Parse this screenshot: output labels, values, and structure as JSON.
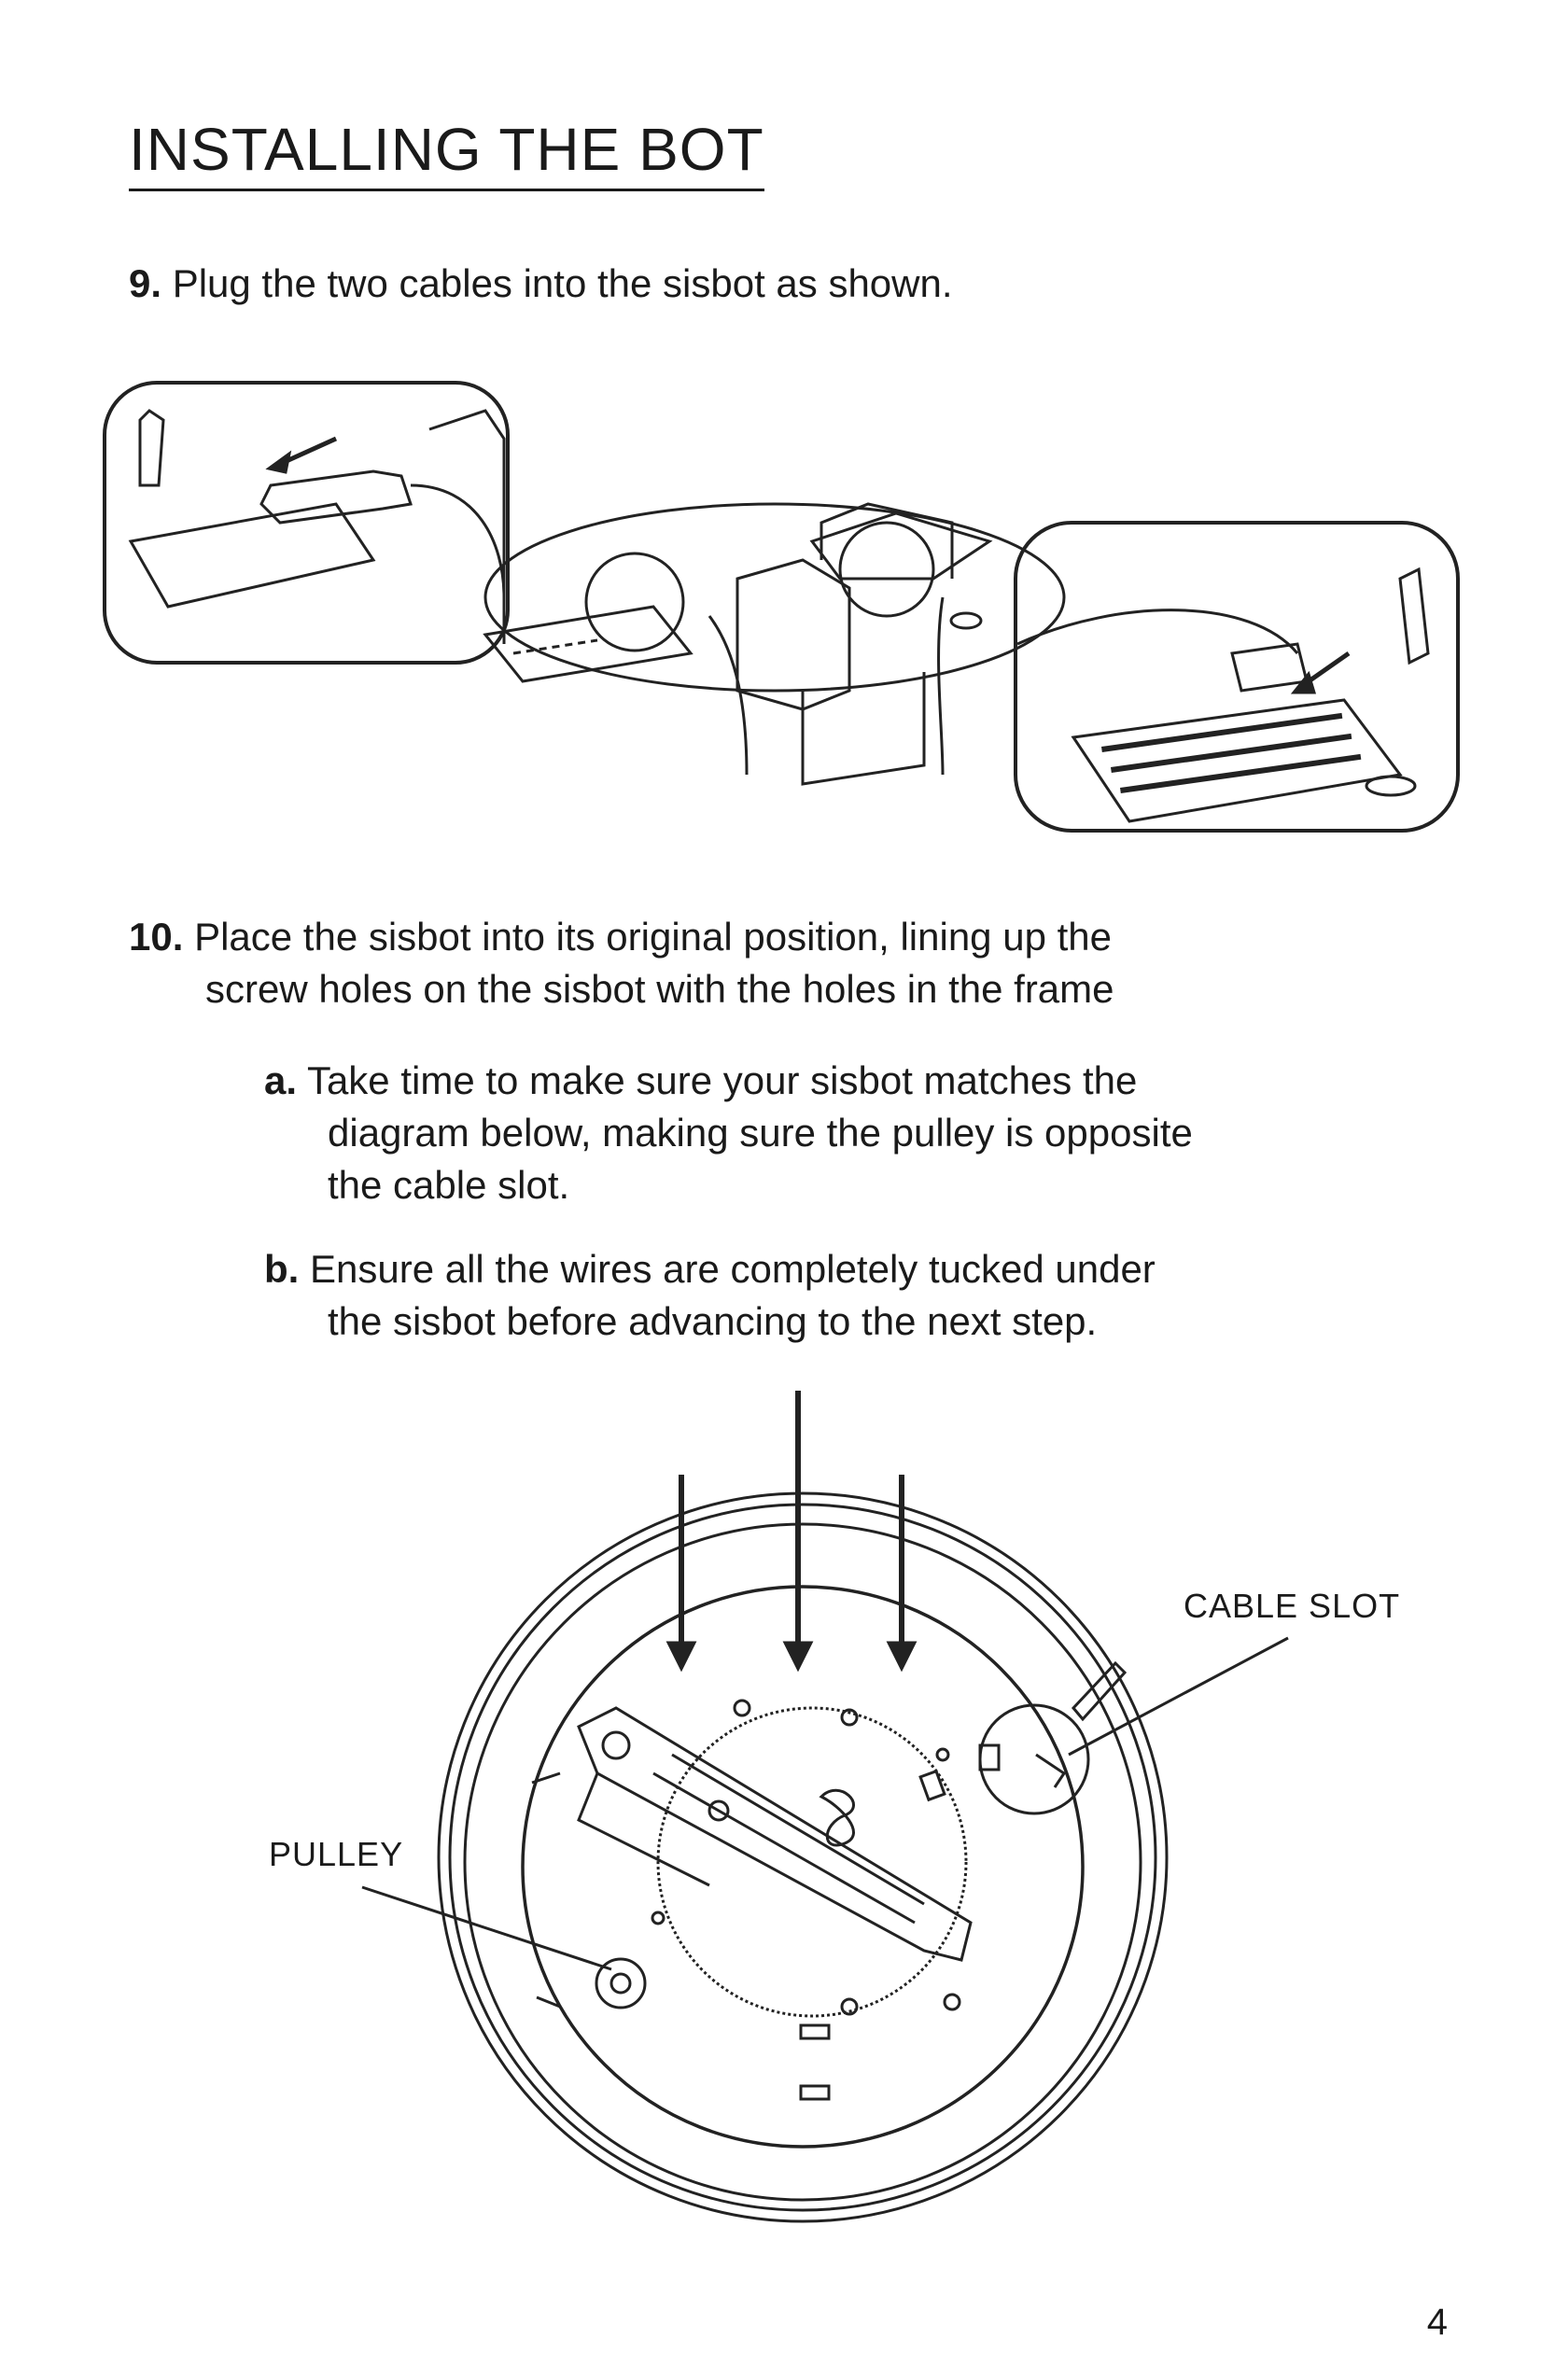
{
  "page": {
    "title": "INSTALLING THE BOT",
    "page_number": "4"
  },
  "steps": {
    "step9": {
      "number": "9.",
      "text": "Plug the two cables into the sisbot as shown."
    },
    "step10": {
      "number": "10.",
      "line1": "Place the sisbot into its original position, lining up the",
      "line2": "screw holes on the sisbot with the holes in the frame",
      "sub_a": {
        "letter": "a.",
        "line1": "Take time to make sure your sisbot matches the",
        "line2": "diagram below, making sure the pulley is opposite",
        "line3": "the cable slot."
      },
      "sub_b": {
        "letter": "b.",
        "line1": "Ensure all the wires are completely tucked under",
        "line2": "the sisbot before advancing to the next step."
      }
    }
  },
  "diagram": {
    "labels": {
      "cable_slot": "CABLE SLOT",
      "pulley": "PULLEY"
    }
  }
}
